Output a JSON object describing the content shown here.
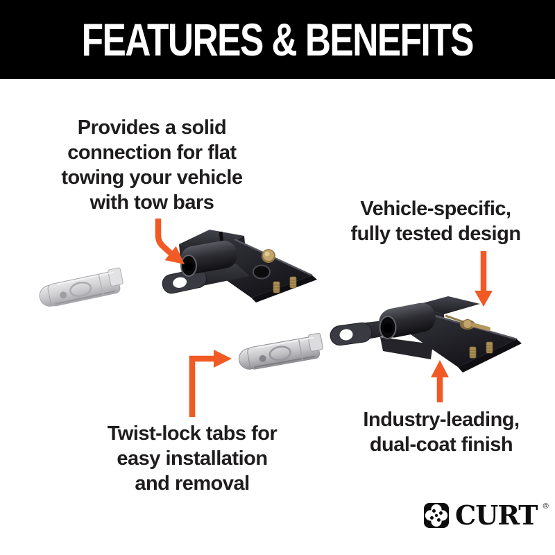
{
  "theme": {
    "bg": "#FFFFFF",
    "header_bg": "#000000",
    "header_fg": "#FFFFFF",
    "ink": "#1E1C1C",
    "accent": "#F15A24"
  },
  "header": {
    "title": "FEATURES & BENEFITS"
  },
  "callouts": {
    "flat_towing": {
      "lines": [
        "Provides a solid",
        "connection for flat",
        "towing your vehicle",
        "with tow bars"
      ],
      "arrow_icon": "bent-down-right-arrow-icon"
    },
    "vehicle_specific": {
      "lines": [
        "Vehicle-specific,",
        "fully tested design"
      ],
      "arrow_icon": "down-arrow-icon"
    },
    "twist_lock": {
      "lines": [
        "Twist-lock tabs for",
        "easy installation",
        "and removal"
      ],
      "arrow_icon": "elbow-right-arrow-icon"
    },
    "dual_coat": {
      "lines": [
        "Industry-leading,",
        "dual-coat finish"
      ],
      "arrow_icon": "up-arrow-icon"
    }
  },
  "products": {
    "front_bracket": "tow-bar-base-plate-bracket",
    "rear_bracket": "tow-bar-base-plate-bracket",
    "left_tab": "twist-lock-tab",
    "right_tab": "twist-lock-tab"
  },
  "logo": {
    "brand": "CURT",
    "registered_mark": "®"
  }
}
